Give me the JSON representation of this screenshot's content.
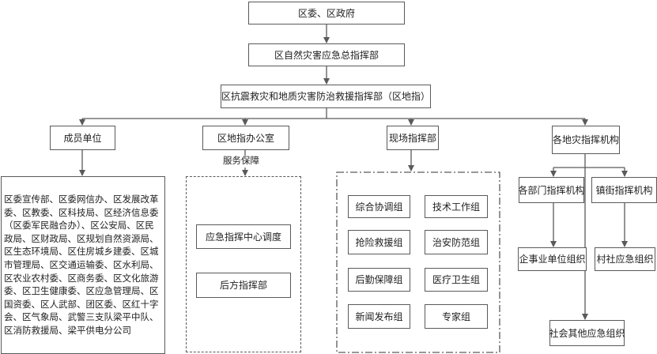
{
  "nodes": {
    "district_committee_gov": "区委、区政府",
    "natural_disaster_hq": "区自然灾害应急总指挥部",
    "earthquake_geo_hq": "区抗震救灾和地质灾害防治救援指挥部（区地指）",
    "member_units": "成员单位",
    "command_office": "区地指办公室",
    "onsite_hq": "现场指挥部",
    "local_agencies": "各地灾指挥机构",
    "dept_agencies": "各部门指挥机构",
    "town_agencies": "镇街指挥机构",
    "enterprise_orgs": "企事业单位组织",
    "village_orgs": "村社应急组织",
    "other_social_orgs": "社会其他应急组织"
  },
  "member_list": "区委宣传部、区委网信办、区发展改革委、区教委、区科技局、区经济信息委（区委军民融合办）、区公安局、区民政局、区财政局、区规划自然资源局、区生态环境局、区住房城乡建委、区城市管理局、区交通运输委、区水利局、区农业农村委、区商务委、区文化旅游委、区卫生健康委、区应急管理局、区国资委、区人武部、团区委、区红十字会、区气象局、武警三支队梁平中队、区消防救援局、梁平供电分公司",
  "service_label": "服务保障",
  "office_units": [
    "应急指挥中心调度",
    "后方指挥部"
  ],
  "onsite_groups": [
    "综合协调组",
    "技术工作组",
    "抢险救援组",
    "治安防范组",
    "后勤保障组",
    "医疗卫生组",
    "新闻发布组",
    "专家组"
  ],
  "colors": {
    "line": "#5a5a5a",
    "border": "#5a5a5a"
  }
}
